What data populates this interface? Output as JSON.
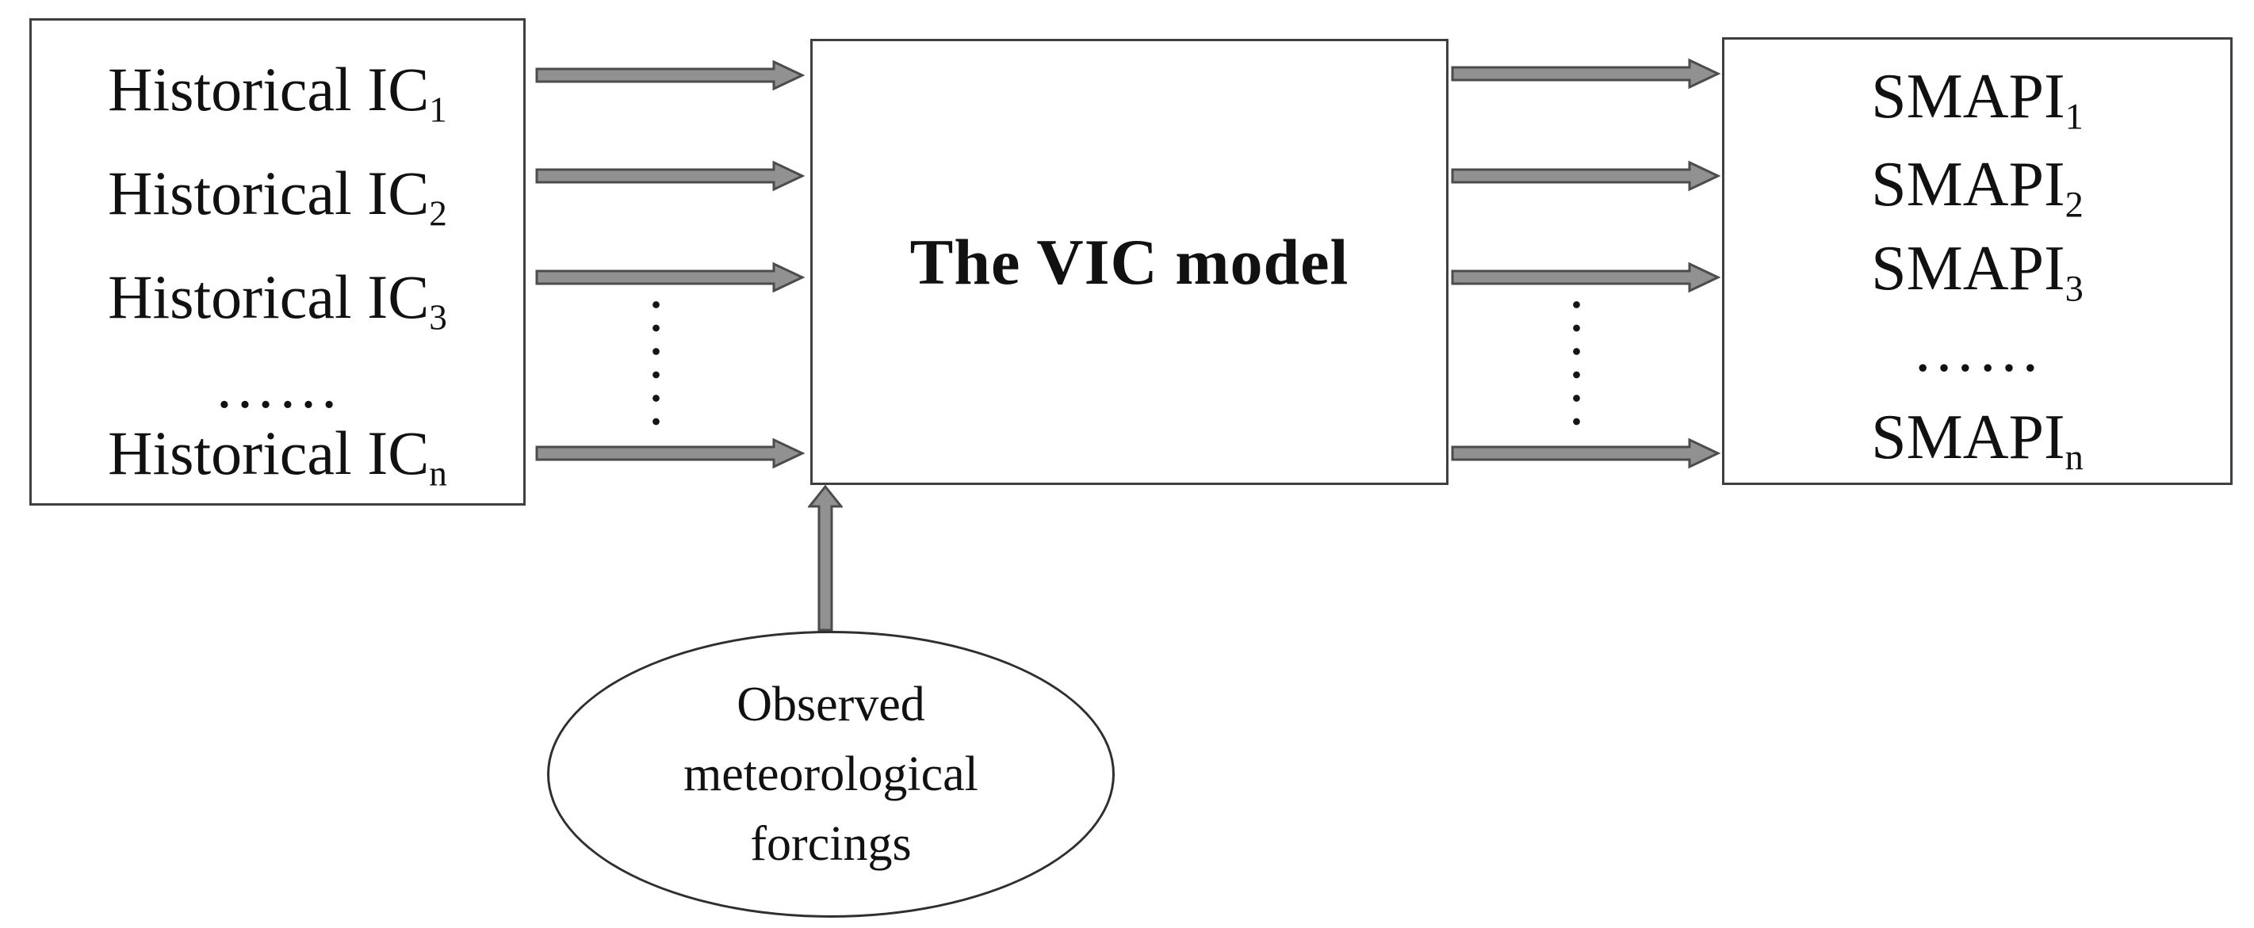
{
  "diagram": {
    "left_box": {
      "items": [
        {
          "base": "Historical IC",
          "sub": "1"
        },
        {
          "base": "Historical IC",
          "sub": "2"
        },
        {
          "base": "Historical IC",
          "sub": "3"
        },
        {
          "base": "……",
          "sub": ""
        },
        {
          "base": "Historical IC",
          "sub": "n"
        }
      ]
    },
    "center_box": {
      "title": "The VIC model"
    },
    "right_box": {
      "items": [
        {
          "base": "SMAPI",
          "sub": "1"
        },
        {
          "base": "SMAPI",
          "sub": "2"
        },
        {
          "base": "SMAPI",
          "sub": "3"
        },
        {
          "base": "……",
          "sub": ""
        },
        {
          "base": "SMAPI",
          "sub": "n"
        }
      ]
    },
    "ellipse": {
      "lines": [
        "Observed",
        "meteorological",
        "forcings"
      ]
    },
    "colors": {
      "box_border": "#3f3f3f",
      "arrow_fill": "#919191",
      "arrow_stroke": "#4c4c4c",
      "dot_color": "#161616",
      "text": "#111111",
      "background": "#ffffff"
    }
  }
}
